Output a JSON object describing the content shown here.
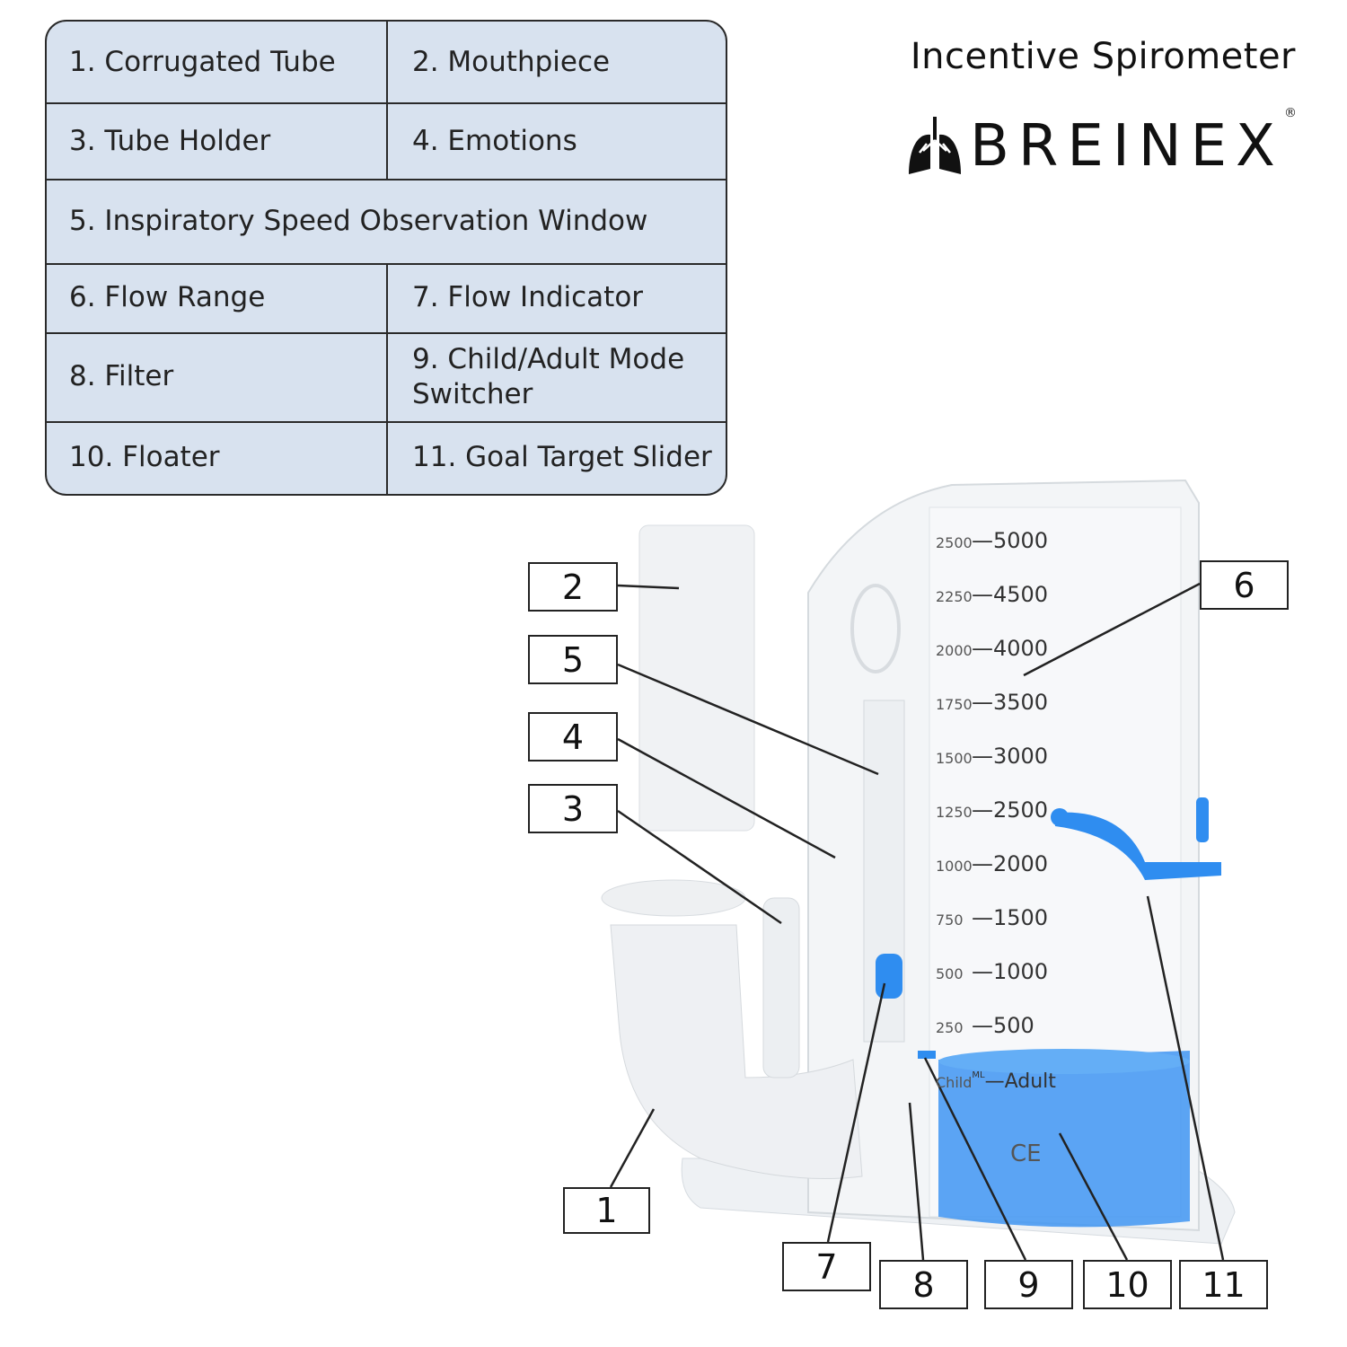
{
  "legend": [
    [
      "1. Corrugated Tube",
      "2. Mouthpiece"
    ],
    [
      "3. Tube Holder",
      "4. Emotions"
    ],
    [
      "5. Inspiratory Speed Observation Window"
    ],
    [
      "6. Flow Range",
      "7. Flow Indicator"
    ],
    [
      "8. Filter",
      "9. Child/Adult Mode Switcher"
    ],
    [
      "10. Floater",
      "11. Goal Target Slider"
    ]
  ],
  "title": "Incentive Spirometer",
  "brand": {
    "name": "BREINEX",
    "registered": "®",
    "logo_icon": "lungs-icon"
  },
  "scale": {
    "adult": [
      "5000",
      "4500",
      "4000",
      "3500",
      "3000",
      "2500",
      "2000",
      "1500",
      "1000",
      "500"
    ],
    "child": [
      "2500",
      "2250",
      "2000",
      "1750",
      "1500",
      "1250",
      "1000",
      "750",
      "500",
      "250"
    ],
    "mode_label_child": "Child",
    "mode_unit": "ML",
    "mode_label_adult": "Adult",
    "ce_mark": "CE"
  },
  "callouts": [
    "1",
    "2",
    "3",
    "4",
    "5",
    "6",
    "7",
    "8",
    "9",
    "10",
    "11"
  ],
  "colors": {
    "legend_bg": "#d8e2ef",
    "accent_blue": "#2f8df0",
    "border": "#2a2a2a"
  }
}
